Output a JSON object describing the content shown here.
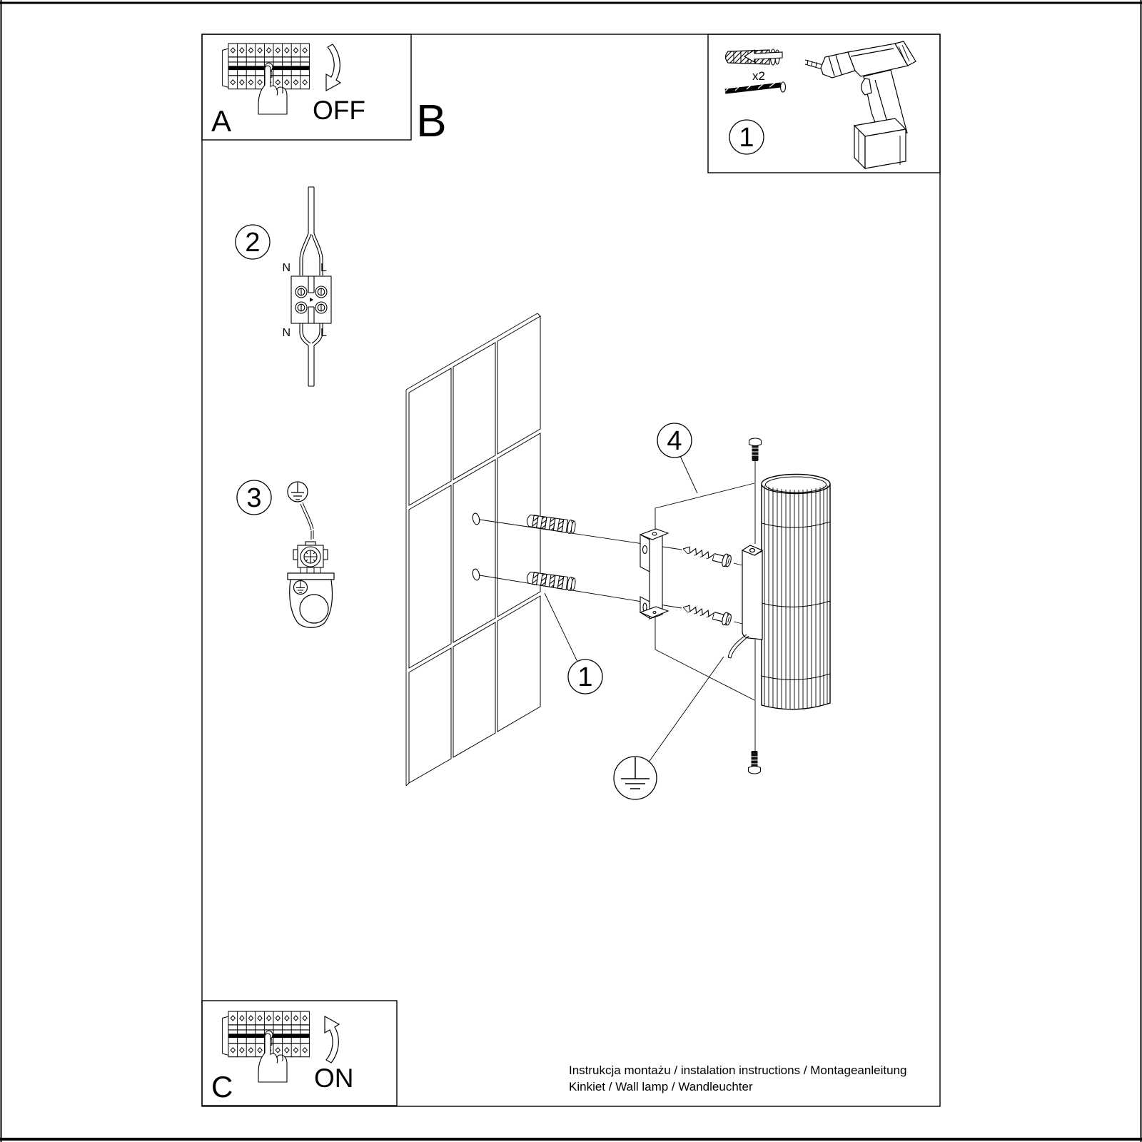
{
  "document": {
    "footer_line1": "Instrukcja montażu / instalation instructions / Montageanleitung",
    "footer_line2": "Kinkiet / Wall lamp / Wandleuchter"
  },
  "labels": {
    "section_a": "A",
    "section_b": "B",
    "section_c": "C",
    "power_off": "OFF",
    "power_on": "ON",
    "quantity": "x2",
    "wire_neutral_top": "N",
    "wire_live_top": "L",
    "wire_neutral_bottom": "N",
    "wire_live_bottom": "L"
  },
  "step_badges": {
    "hardware": "1",
    "wall_plug": "1",
    "wiring": "2",
    "ground": "3",
    "mount": "4"
  },
  "colors": {
    "line": "#000000",
    "background": "#ffffff"
  }
}
